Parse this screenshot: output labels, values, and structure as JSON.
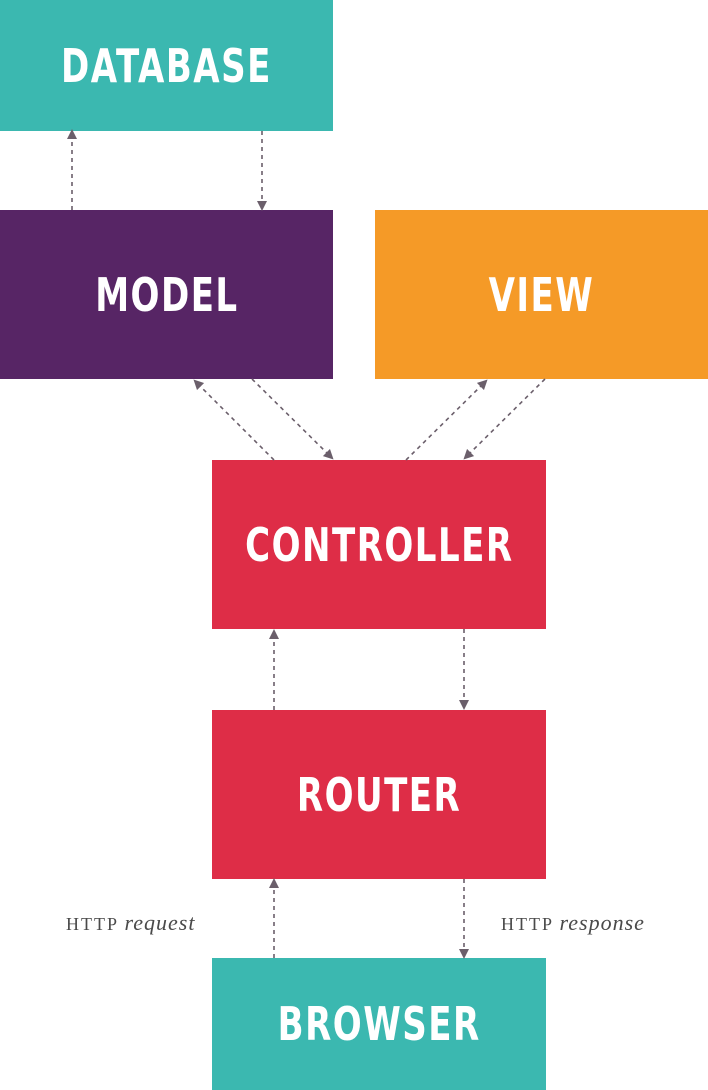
{
  "nodes": {
    "database": "DATABASE",
    "model": "MODEL",
    "view": "VIEW",
    "controller": "CONTROLLER",
    "router": "ROUTER",
    "browser": "BROWSER"
  },
  "labels": {
    "request_prefix": "HTTP",
    "request_word": "request",
    "response_prefix": "HTTP",
    "response_word": "response"
  },
  "colors": {
    "database": "#3bb8b0",
    "model": "#572565",
    "view": "#f59a27",
    "controller": "#de2d47",
    "router": "#de2d47",
    "browser": "#3bb8b0",
    "arrow": "#6b5f6b"
  },
  "edges": [
    {
      "from": "model",
      "to": "database"
    },
    {
      "from": "database",
      "to": "model"
    },
    {
      "from": "controller",
      "to": "model"
    },
    {
      "from": "model",
      "to": "controller"
    },
    {
      "from": "controller",
      "to": "view"
    },
    {
      "from": "view",
      "to": "controller"
    },
    {
      "from": "router",
      "to": "controller"
    },
    {
      "from": "controller",
      "to": "router"
    },
    {
      "from": "browser",
      "to": "router"
    },
    {
      "from": "router",
      "to": "browser"
    }
  ]
}
